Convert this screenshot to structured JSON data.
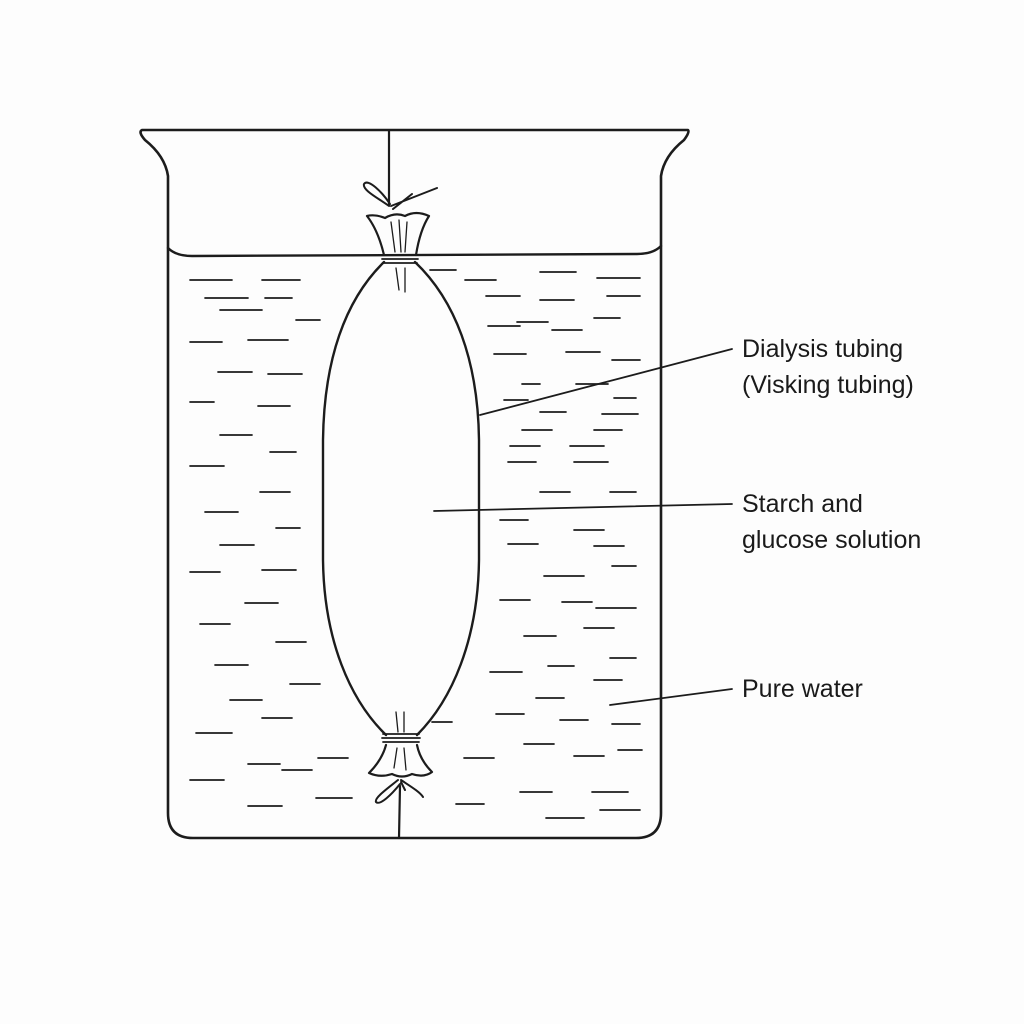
{
  "labels": {
    "tubing": {
      "line1": "Dialysis tubing",
      "line2": "(Visking tubing)"
    },
    "solution": {
      "line1": "Starch and",
      "line2": "glucose solution"
    },
    "water": {
      "line1": "Pure water"
    }
  },
  "colors": {
    "ink": "#1c1c1c",
    "background": "#fdfdfd"
  }
}
